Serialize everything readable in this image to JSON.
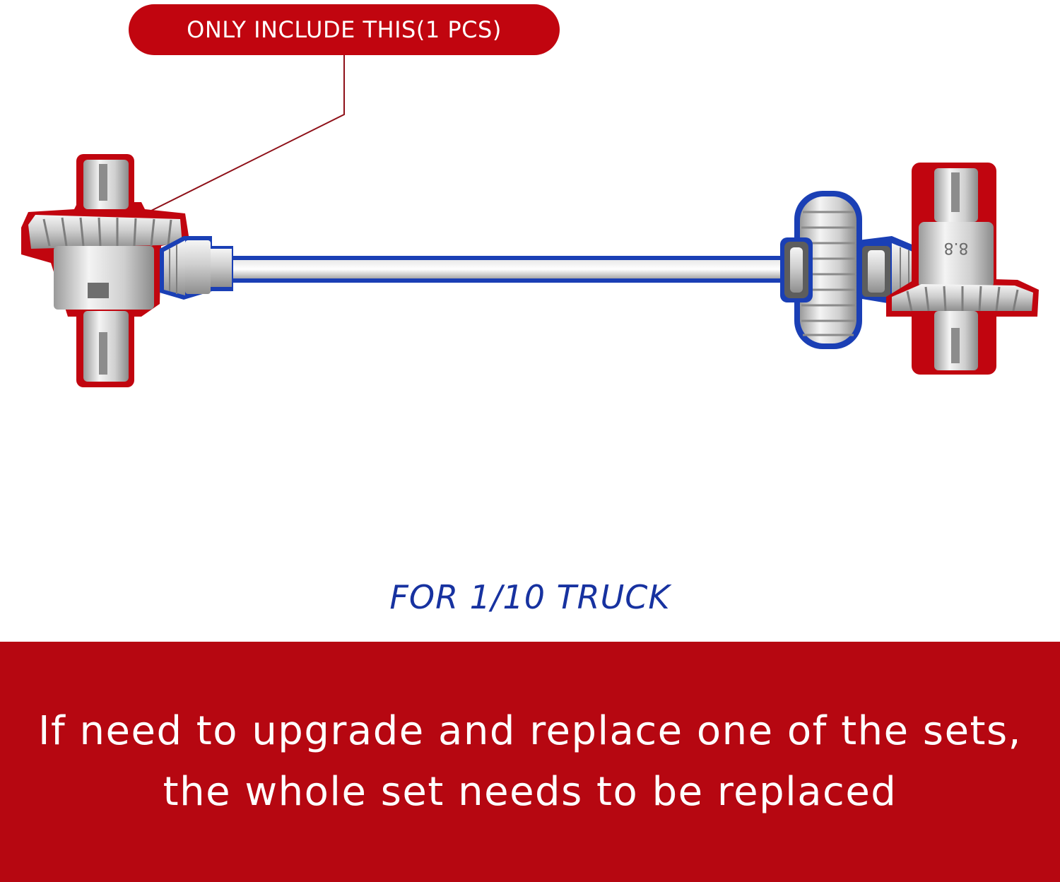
{
  "callout": {
    "text": "ONLY INCLUDE THIS(1 PCS)"
  },
  "product": {
    "subtitle": "FOR 1/10 TRUCK",
    "diff_mark": "8.8"
  },
  "banner": {
    "line1": "If need to upgrade and replace one of the sets,",
    "line2": "the whole set needs to be replaced"
  },
  "colors": {
    "callout_bg": "#c1050f",
    "banner_bg": "#b60711",
    "subtitle_text": "#1732a0",
    "red_outline": "#c1050f",
    "blue_outline": "#1a3fb5",
    "metal": "#d4d4d4"
  }
}
